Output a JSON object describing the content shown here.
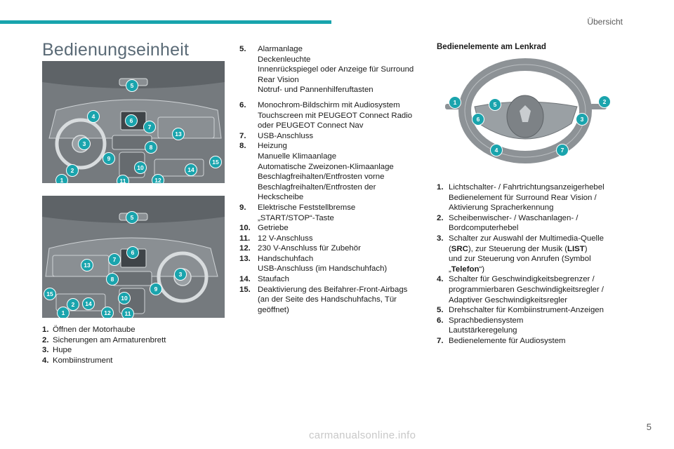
{
  "header": {
    "section": "Übersicht"
  },
  "page": {
    "title": "Bedienungseinheit",
    "number": "5"
  },
  "left_list": [
    {
      "num": "1.",
      "text": "Öffnen der Motorhaube"
    },
    {
      "num": "2.",
      "text": "Sicherungen am Armaturenbrett"
    },
    {
      "num": "3.",
      "text": "Hupe"
    },
    {
      "num": "4.",
      "text": "Kombiinstrument"
    }
  ],
  "middle_list": [
    {
      "num": "5.",
      "lines": [
        "Alarmanlage",
        "Deckenleuchte",
        "Innenrückspiegel oder Anzeige für Surround",
        "Rear Vision",
        "Notruf- und Pannenhilferuftasten"
      ]
    },
    {
      "num": "6.",
      "lines": [
        "Monochrom-Bildschirm mit Audiosystem",
        "Touchscreen mit PEUGEOT Connect Radio",
        "oder PEUGEOT Connect Nav"
      ]
    },
    {
      "num": "7.",
      "lines": [
        "USB-Anschluss"
      ]
    },
    {
      "num": "8.",
      "lines": [
        "Heizung",
        "Manuelle Klimaanlage",
        "Automatische Zweizonen-Klimaanlage",
        "Beschlagfreihalten/Entfrosten vorne",
        "Beschlagfreihalten/Entfrosten der",
        "Heckscheibe"
      ]
    },
    {
      "num": "9.",
      "lines": [
        "Elektrische Feststellbremse",
        "„START/STOP“-Taste"
      ]
    },
    {
      "num": "10.",
      "lines": [
        "Getriebe"
      ]
    },
    {
      "num": "11.",
      "lines": [
        "12 V-Anschluss"
      ]
    },
    {
      "num": "12.",
      "lines": [
        "230 V-Anschluss für Zubehör"
      ]
    },
    {
      "num": "13.",
      "lines": [
        "Handschuhfach",
        "USB-Anschluss (im Handschuhfach)"
      ]
    },
    {
      "num": "14.",
      "lines": [
        "Staufach"
      ]
    },
    {
      "num": "15.",
      "lines": [
        "Deaktivierung des Beifahrer-Front-Airbags",
        "(an der Seite des Handschuhfachs, Tür",
        "geöffnet)"
      ]
    }
  ],
  "steering": {
    "heading": "Bedienelemente am Lenkrad",
    "items": [
      {
        "num": "1.",
        "lines": [
          "Lichtschalter- / Fahrtrichtungsanzeigerhebel",
          "Bedienelement für Surround Rear Vision /",
          "Aktivierung Spracherkennung"
        ]
      },
      {
        "num": "2.",
        "lines": [
          "Scheibenwischer- / Waschanlagen- /",
          "Bordcomputerhebel"
        ]
      },
      {
        "num": "3.",
        "html": "Schalter zur Auswahl der Multimedia-Quelle<br>(<b>SRC</b>), zur Steuerung der Musik (<b>LIST</b>)<br>und zur Steuerung von Anrufen (Symbol<br>„<b>Telefon</b>“)"
      },
      {
        "num": "4.",
        "lines": [
          "Schalter für Geschwindigkeitsbegrenzer /",
          "programmierbaren Geschwindigkeitsregler /",
          "Adaptiver Geschwindigkeitsregler"
        ]
      },
      {
        "num": "5.",
        "lines": [
          "Drehschalter für Kombiinstrument-Anzeigen"
        ]
      },
      {
        "num": "6.",
        "lines": [
          "Sprachbediensystem",
          "Lautstärkeregelung"
        ]
      },
      {
        "num": "7.",
        "lines": [
          "Bedienelemente für Audiosystem"
        ]
      }
    ]
  },
  "figures": {
    "top_badges": [
      "5",
      "4",
      "6",
      "7",
      "13",
      "3",
      "8",
      "9",
      "10",
      "2",
      "14",
      "15",
      "1",
      "11",
      "12"
    ],
    "bottom_badges": [
      "5",
      "6",
      "7",
      "13",
      "3",
      "8",
      "9",
      "15",
      "10",
      "2",
      "14",
      "1",
      "12",
      "11"
    ],
    "wheel_badges": [
      "1",
      "5",
      "6",
      "4",
      "7",
      "3",
      "2"
    ]
  },
  "watermark": "carmanualsonline.info",
  "colors": {
    "accent": "#1aa4ad"
  }
}
